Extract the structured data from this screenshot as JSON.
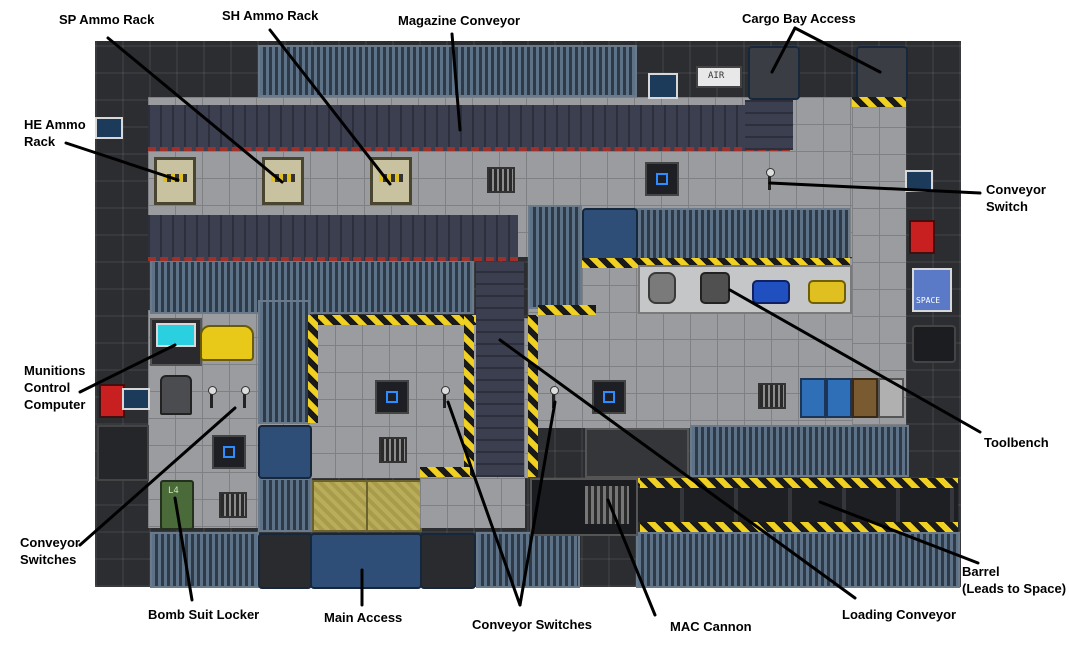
{
  "labels": {
    "sp_ammo_rack": "SP Ammo Rack",
    "sh_ammo_rack": "SH Ammo Rack",
    "magazine_conveyor": "Magazine Conveyor",
    "cargo_bay_access": "Cargo Bay Access",
    "he_ammo_rack": "HE Ammo\nRack",
    "conveyor_switch": "Conveyor\nSwitch",
    "munitions_control_computer": "Munitions\nControl\nComputer",
    "toolbench": "Toolbench",
    "conveyor_switches_left": "Conveyor\nSwitches",
    "bomb_suit_locker": "Bomb Suit Locker",
    "main_access": "Main Access",
    "conveyor_switches_bottom": "Conveyor Switches",
    "mac_cannon": "MAC Cannon",
    "loading_conveyor": "Loading Conveyor",
    "barrel": "Barrel\n(Leads to Space)"
  },
  "map_signs": {
    "air": "AIR",
    "space": "SPACE",
    "locker_number": "L4"
  },
  "colors": {
    "floor": "#9a9c9f",
    "wall": "#2c2d31",
    "hazard_yellow": "#f0d020",
    "door_blue": "#2e4e77",
    "pointer_line": "#000000"
  },
  "icons": {
    "ammo_rack": "ammo-crate-icon",
    "door": "airlock-door-icon",
    "conveyor": "conveyor-belt-icon",
    "switch": "lever-switch-icon",
    "computer": "console-icon",
    "toolbox": "toolbox-icon",
    "locker": "locker-icon",
    "cannon": "mac-cannon-icon"
  }
}
